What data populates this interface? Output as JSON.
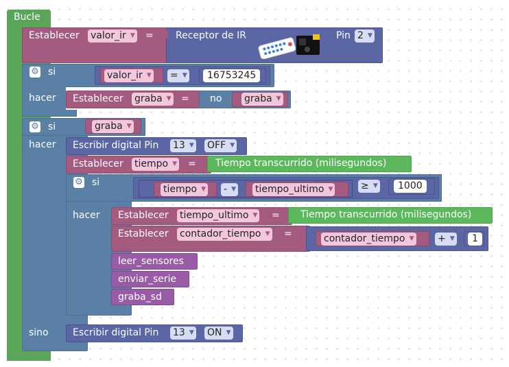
{
  "loop_label": "Bucle",
  "set_label": "Establecer",
  "equals": "=",
  "if_label": "si",
  "do_label": "hacer",
  "else_label": "sino",
  "vars": {
    "valor_ir": "valor_ir",
    "graba": "graba",
    "tiempo": "tiempo",
    "tiempo_ultimo": "tiempo_ultimo",
    "contador_tiempo": "contador_tiempo"
  },
  "ir_block": {
    "label": "Receptor de IR",
    "pin_label": "Pin",
    "pin_value": "2"
  },
  "if1": {
    "op": "=",
    "value": "16753245"
  },
  "not_label": "no",
  "digital_write": {
    "label": "Escribir digital Pin",
    "pin": "13",
    "state_off": "OFF",
    "state_on": "ON"
  },
  "elapsed_time": "Tiempo transcurrido (milisegundos)",
  "if3": {
    "minus_op": "-",
    "cmp_op": "≥",
    "value": "1000"
  },
  "add": {
    "op": "+",
    "value": "1"
  },
  "calls": [
    "leer_sensores",
    "enviar_serie",
    "graba_sd"
  ],
  "colors": {
    "loop": "#5ba55b",
    "logic": "#5b80a5",
    "variables": "#a55b80",
    "procedures": "#995ba5",
    "math": "#5b67a5"
  }
}
